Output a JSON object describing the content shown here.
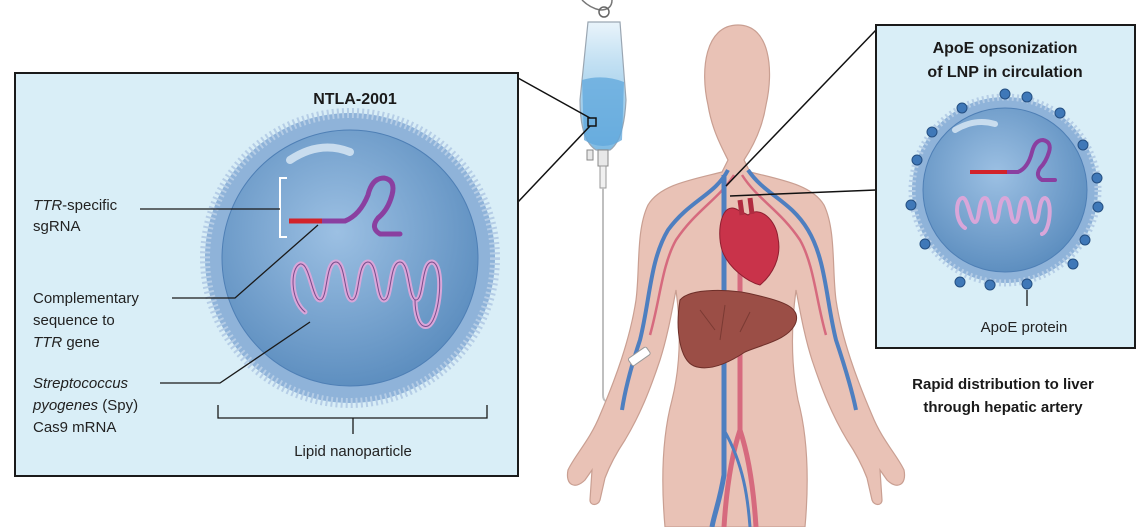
{
  "left_panel": {
    "title": "NTLA-2001",
    "label_sgrna_line1_italic": "TTR",
    "label_sgrna_line1_rest": "-specific",
    "label_sgrna_line2": "sgRNA",
    "label_comp_line1": "Complementary",
    "label_comp_line2": "sequence to",
    "label_comp_line3_italic": "TTR",
    "label_comp_line3_rest": " gene",
    "label_spy_line1": "Streptococcus",
    "label_spy_line2_italic": "pyogenes",
    "label_spy_line2_rest": " (Spy)",
    "label_spy_line3": "Cas9 mRNA",
    "label_lnp": "Lipid nanoparticle"
  },
  "right_panel": {
    "title_line1": "ApoE opsonization",
    "title_line2": "of LNP in circulation",
    "label_apoe": "ApoE protein"
  },
  "caption": {
    "line1": "Rapid distribution to liver",
    "line2": "through hepatic artery"
  },
  "colors": {
    "panel_bg": "#d9eef7",
    "panel_border": "#1a1a1a",
    "membrane": "#8fb3d9",
    "core": "#6d9bc9",
    "mrna": "#d9a6d9",
    "sgrna": "#8a3fa0",
    "complementary": "#d2232a",
    "apoe": "#3f78b8",
    "skin": "#e9c2b6",
    "artery": "#d66a7e",
    "vein": "#4e7fc0",
    "heart": "#c9334a",
    "liver": "#9b4e46"
  }
}
